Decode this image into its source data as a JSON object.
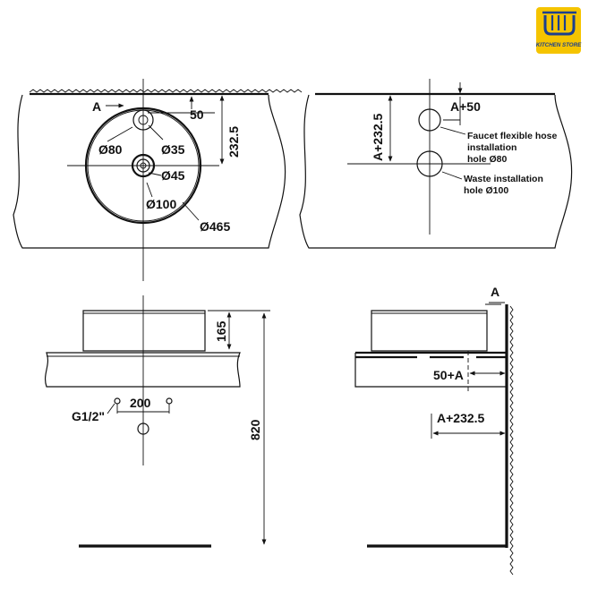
{
  "logo": {
    "text": "KITCHEN STORE",
    "colors": {
      "background": "#f5c400",
      "mark": "#1b3f8f"
    }
  },
  "top_left_view": {
    "section_marker": "A",
    "offset_label": "50",
    "depth_label": "232.5",
    "faucet_hole_label": "Ø80",
    "faucet_inner_label": "Ø35",
    "drain_label": "Ø45",
    "drain_outer_label": "Ø100",
    "basin_label": "Ø465"
  },
  "top_right_view": {
    "depth_label": "A+232.5",
    "offset_label": "A+50",
    "faucet_note": [
      "Faucet flexible hose",
      "installation",
      "hole Ø80"
    ],
    "waste_note": [
      "Waste installation",
      "hole Ø100"
    ]
  },
  "front_view": {
    "height_label": "165",
    "pipe_spacing_label": "200",
    "thread_label": "G1/2\"",
    "mount_height_label": "820"
  },
  "side_view": {
    "wall_gap_label": "A",
    "drain_offset_label": "50+A",
    "depth_label": "A+232.5"
  }
}
